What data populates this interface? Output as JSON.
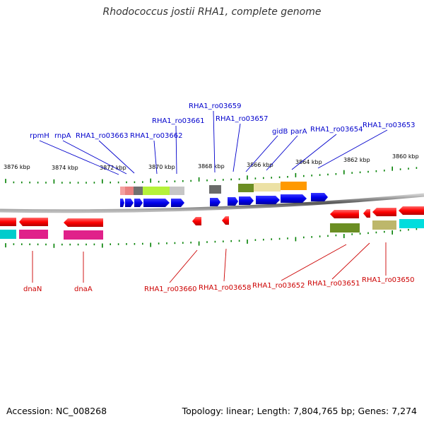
{
  "title": "Rhodococcus jostii RHA1, complete genome",
  "footer": {
    "accession": "Accession: NC_008268",
    "topology": "Topology: linear; Length: 7,804,765 bp; Genes: 7,274"
  },
  "colors": {
    "top_label": "#0000cc",
    "bottom_label": "#cc0000",
    "tick": "#008000",
    "backbone": "#808080"
  },
  "scale": {
    "unit": "kbp",
    "labels": [
      "3876 kbp",
      "3874 kbp",
      "3872 kbp",
      "3870 kbp",
      "3868 kbp",
      "3866 kbp",
      "3864 kbp",
      "3862 kbp",
      "3860 kbp"
    ]
  },
  "top_labels": [
    "rpmH",
    "rnpA",
    "RHA1_ro03663",
    "RHA1_ro03662",
    "RHA1_ro03661",
    "RHA1_ro03659",
    "RHA1_ro03657",
    "gidB",
    "parA",
    "RHA1_ro03654",
    "RHA1_ro03653"
  ],
  "bottom_labels": [
    "dnaN",
    "dnaA",
    "RHA1_ro03660",
    "RHA1_ro03658",
    "RHA1_ro03652",
    "RHA1_ro03651",
    "RHA1_ro03650"
  ]
}
